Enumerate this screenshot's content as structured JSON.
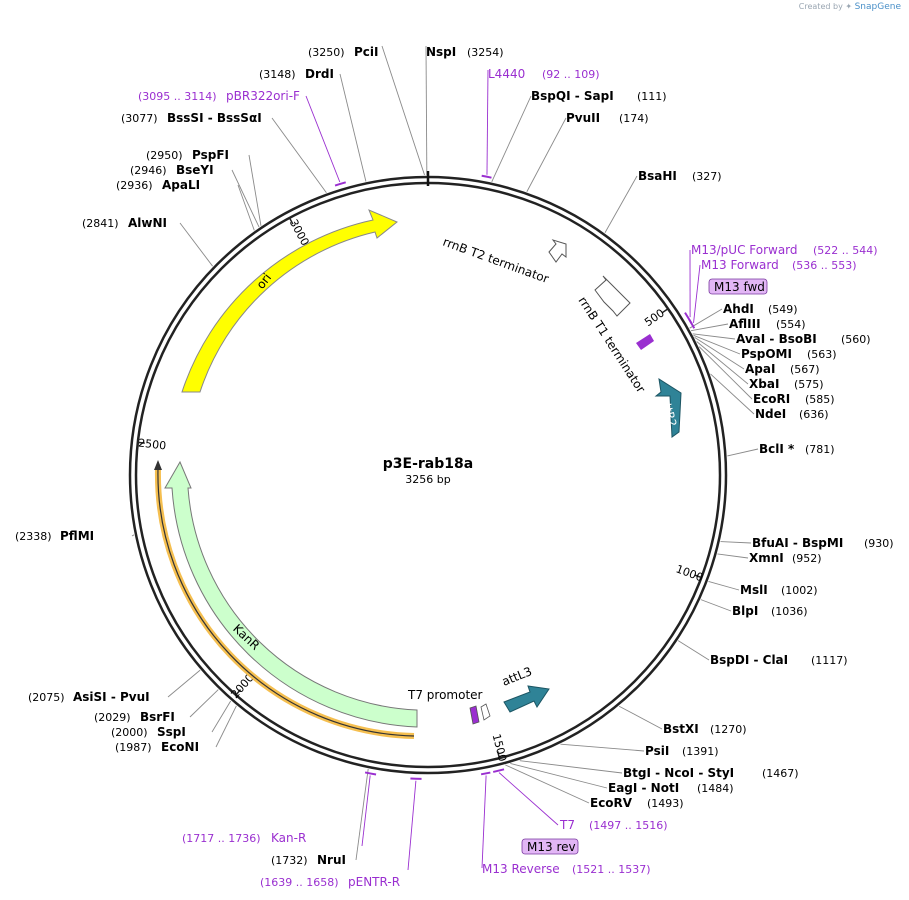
{
  "credit": {
    "created_by": "Created by",
    "brand": "SnapGene"
  },
  "plasmid": {
    "name": "p3E-rab18a",
    "length_label": "3256 bp",
    "length": 3256
  },
  "colors": {
    "enzyme_line": "#777777",
    "primer": "#9a2fd0",
    "ori": "#ffff00",
    "kanr": "#ccffcc",
    "att": "#2f8397",
    "backbone": "#222222"
  },
  "ticks": [
    {
      "label": "500",
      "pos": 500
    },
    {
      "label": "1000",
      "pos": 1000
    },
    {
      "label": "1500",
      "pos": 1500
    },
    {
      "label": "2000",
      "pos": 2000
    },
    {
      "label": "2500",
      "pos": 2500
    },
    {
      "label": "3000",
      "pos": 3000
    }
  ],
  "enzymes": [
    {
      "name": "PciI",
      "pos_label": "(3250)",
      "pos": 3250
    },
    {
      "name": "NspI",
      "pos_label": "(3254)",
      "pos": 3254
    },
    {
      "name": "BspQI  -  SapI",
      "pos_label": "(111)",
      "pos": 111
    },
    {
      "name": "PvuII",
      "pos_label": "(174)",
      "pos": 174
    },
    {
      "name": "BsaHI",
      "pos_label": "(327)",
      "pos": 327
    },
    {
      "name": "AhdI",
      "pos_label": "(549)",
      "pos": 549
    },
    {
      "name": "AflIII",
      "pos_label": "(554)",
      "pos": 554
    },
    {
      "name": "AvaI  -  BsoBI",
      "pos_label": "(560)",
      "pos": 560
    },
    {
      "name": "PspOMI",
      "pos_label": "(563)",
      "pos": 563
    },
    {
      "name": "ApaI",
      "pos_label": "(567)",
      "pos": 567
    },
    {
      "name": "XbaI",
      "pos_label": "(575)",
      "pos": 575
    },
    {
      "name": "EcoRI",
      "pos_label": "(585)",
      "pos": 585
    },
    {
      "name": "NdeI",
      "pos_label": "(636)",
      "pos": 636
    },
    {
      "name": "BclI *",
      "pos_label": "(781)",
      "pos": 781
    },
    {
      "name": "BfuAI  -  BspMI",
      "pos_label": "(930)",
      "pos": 930
    },
    {
      "name": "XmnI",
      "pos_label": "(952)",
      "pos": 952
    },
    {
      "name": "MslI",
      "pos_label": "(1002)",
      "pos": 1002
    },
    {
      "name": "BlpI",
      "pos_label": "(1036)",
      "pos": 1036
    },
    {
      "name": "BspDI  -  ClaI",
      "pos_label": "(1117)",
      "pos": 1117
    },
    {
      "name": "BstXI",
      "pos_label": "(1270)",
      "pos": 1270
    },
    {
      "name": "PsiI",
      "pos_label": "(1391)",
      "pos": 1391
    },
    {
      "name": "BtgI  -  NcoI  -  StyI",
      "pos_label": "(1467)",
      "pos": 1467
    },
    {
      "name": "EagI  -  NotI",
      "pos_label": "(1484)",
      "pos": 1484
    },
    {
      "name": "EcoRV",
      "pos_label": "(1493)",
      "pos": 1493
    },
    {
      "name": "NruI",
      "pos_label": "(1732)",
      "pos": 1732
    },
    {
      "name": "EcoNI",
      "pos_label": "(1987)",
      "pos": 1987
    },
    {
      "name": "SspI",
      "pos_label": "(2000)",
      "pos": 2000
    },
    {
      "name": "BsrFI",
      "pos_label": "(2029)",
      "pos": 2029
    },
    {
      "name": "AsiSI  -  PvuI",
      "pos_label": "(2075)",
      "pos": 2075
    },
    {
      "name": "PflMI",
      "pos_label": "(2338)",
      "pos": 2338
    },
    {
      "name": "AlwNI",
      "pos_label": "(2841)",
      "pos": 2841
    },
    {
      "name": "ApaLI",
      "pos_label": "(2936)",
      "pos": 2936
    },
    {
      "name": "BseYI",
      "pos_label": "(2946)",
      "pos": 2946
    },
    {
      "name": "PspFI",
      "pos_label": "(2950)",
      "pos": 2950
    },
    {
      "name": "BssSI  -  BssSαI",
      "pos_label": "(3077)",
      "pos": 3077
    },
    {
      "name": "DrdI",
      "pos_label": "(3148)",
      "pos": 3148
    }
  ],
  "primers": [
    {
      "name": "L4440",
      "range": "(92 .. 109)",
      "start": 92,
      "end": 109
    },
    {
      "name": "pBR322ori-F",
      "range": "(3095 .. 3114)",
      "start": 3095,
      "end": 3114
    },
    {
      "name": "M13/pUC Forward",
      "range": "(522 .. 544)",
      "start": 522,
      "end": 544
    },
    {
      "name": "M13 Forward",
      "range": "(536 .. 553)",
      "start": 536,
      "end": 553
    },
    {
      "name": "T7",
      "range": "(1497 .. 1516)",
      "start": 1497,
      "end": 1516
    },
    {
      "name": "M13 Reverse",
      "range": "(1521 .. 1537)",
      "start": 1521,
      "end": 1537
    },
    {
      "name": "Kan-R",
      "range": "(1717 .. 1736)",
      "start": 1717,
      "end": 1736
    },
    {
      "name": "pENTR-R",
      "range": "(1639 .. 1658)",
      "start": 1639,
      "end": 1658
    }
  ],
  "boxed_labels": [
    "M13 fwd",
    "M13 rev"
  ],
  "features": [
    {
      "name": "ori",
      "start": 2440,
      "end": 3030
    },
    {
      "name": "KanR",
      "start": 1560,
      "end": 2370
    },
    {
      "name": "rrnB T2 terminator",
      "start": 340,
      "end": 380
    },
    {
      "name": "rrnB T1 terminator",
      "start": 440,
      "end": 520
    },
    {
      "name": "attR2",
      "start": 620,
      "end": 720
    },
    {
      "name": "T7 promoter",
      "start": 1497,
      "end": 1515
    },
    {
      "name": "attL3",
      "start": 1380,
      "end": 1460
    }
  ]
}
